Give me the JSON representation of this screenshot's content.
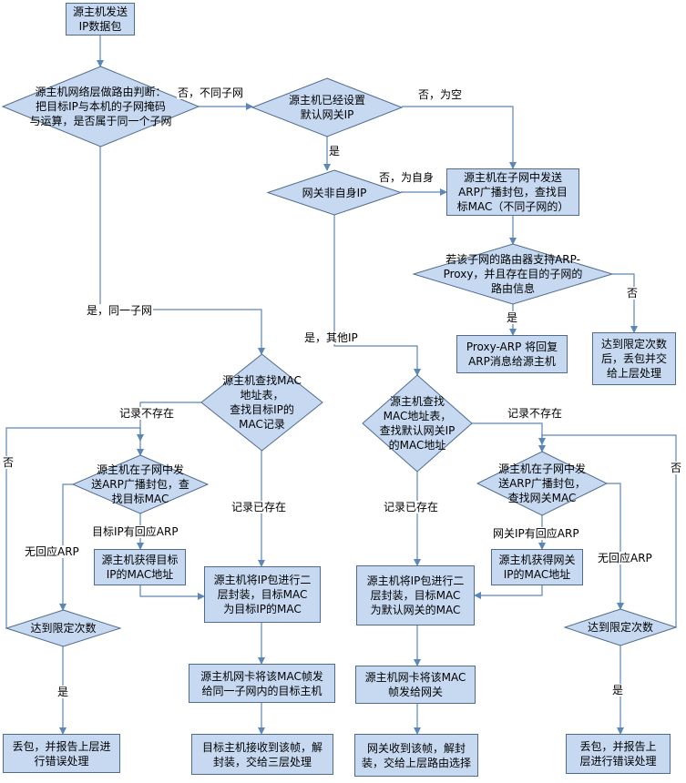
{
  "nodes": {
    "start": "源主机发送\nIP数据包",
    "route_decision": "源主机网络层做路由判断：\n把目标IP与本机的子网掩码\n与运算，是否属于同一个子网",
    "gw_configured": "源主机已经设置\n默认网关IP",
    "gw_not_self": "网关非自身IP",
    "arp_broadcast_diff": "源主机在子网中发送\nARP广播封包，查找目\n标MAC（不同子网的）",
    "proxy_decision": "若该子网的路由器支持ARP-\nProxy，并且存在目的子网的\n路由信息",
    "proxy_reply": "Proxy-ARP 将回复\nARP消息给源主机",
    "limit_drop_right_top": "达到限定次数\n后，丢包并交\n给上层处理",
    "lookup_target_mac": "源主机查找MAC\n地址表，\n查找目标IP的\nMAC记录",
    "lookup_gw_mac": "源主机查找\nMAC地址表，\n查找默认网关IP\n的MAC地址",
    "arp_find_target": "源主机在子网中发\n送ARP广播封包，查\n找目标MAC",
    "arp_find_gw": "源主机在子网中发\n送ARP广播封包，\n查找网关MAC",
    "got_target_mac": "源主机获得目标\nIP的MAC地址",
    "got_gw_mac": "源主机获得网关\nIP的MAC地址",
    "encap_target": "源主机将IP包进行二\n层封装，目标MAC\n为目标IP的MAC",
    "encap_gw": "源主机将IP包进行二\n层封装，目标MAC\n为默认网关的MAC",
    "limit_left": "达到限定次数",
    "limit_right": "达到限定次数",
    "send_target_host": "源主机网卡将该MAC帧发\n给同一子网内的目标主机",
    "send_gateway": "源主机网卡将该MAC\n帧发给网关",
    "drop_left": "丢包，并报告上层进\n行错误处理",
    "target_receive": "目标主机接收到该帧，解\n封装，交给三层处理",
    "gateway_receive": "网关收到该帧，解封\n装，交给上层路由选择",
    "drop_right": "丢包，并报告上\n层进行错误处理"
  },
  "labels": {
    "not_same_subnet": "否，不同子网",
    "gw_empty": "否，为空",
    "yes_gw_set": "是",
    "no_is_self": "否，为自身",
    "yes_same_subnet": "是，同一子网",
    "yes_other_ip": "是，其他IP",
    "proxy_yes": "是",
    "proxy_no": "否",
    "record_missing_left": "记录不存在",
    "record_missing_right": "记录不存在",
    "record_exists_left": "记录已存在",
    "record_exists_right": "记录已存在",
    "target_replied": "目标IP有回应ARP",
    "gw_replied": "网关IP有回应ARP",
    "no_reply_left": "无回应ARP",
    "no_reply_right": "无回应ARP",
    "retry_no_left": "否",
    "retry_no_right": "否",
    "limit_yes_left": "是",
    "limit_yes_right": "是"
  },
  "colors": {
    "fill": "#c6d9f1",
    "border": "#4f6b8e",
    "line": "#5b86b8"
  }
}
